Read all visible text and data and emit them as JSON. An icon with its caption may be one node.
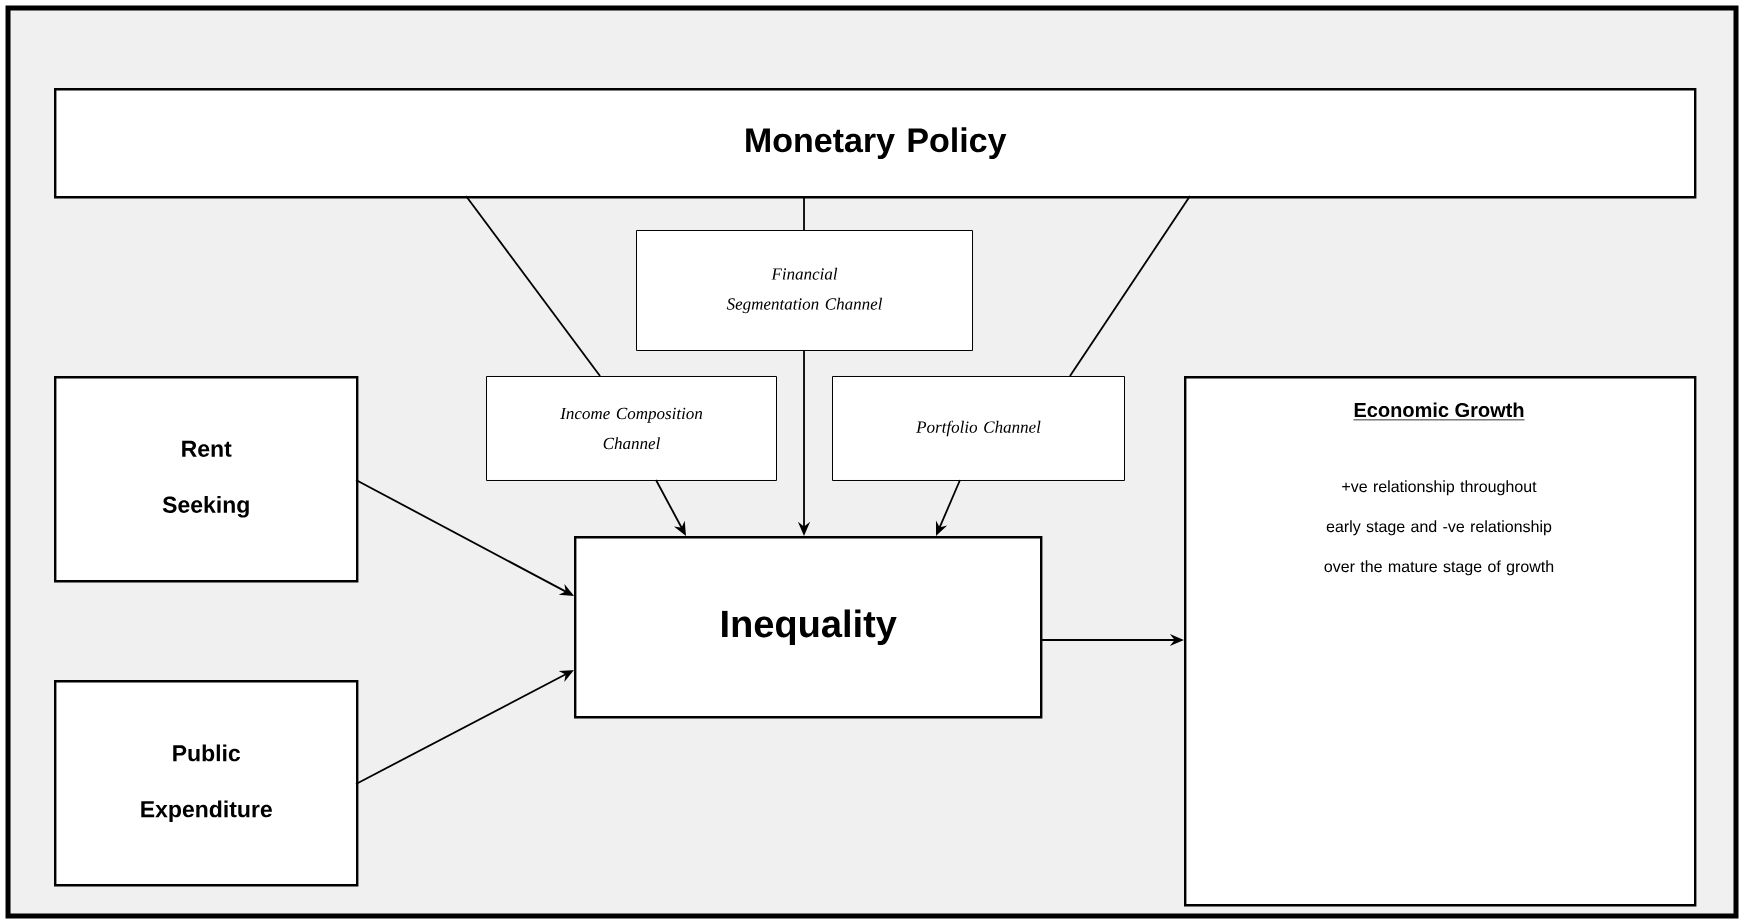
{
  "diagram": {
    "nodes": [
      {
        "text": [
          "Monetary Policy"
        ]
      },
      {
        "text": [
          "Financial Segmentation Channel"
        ]
      },
      {
        "text": [
          "Income Composition Channel"
        ]
      },
      {
        "text": [
          "Portfolio Channel"
        ]
      },
      {
        "text": [
          "Rent Seeking"
        ]
      },
      {
        "text": [
          "Public Expenditure"
        ]
      },
      {
        "text": [
          "Inequality"
        ]
      },
      {
        "text": [
          "Economic Growth",
          "+ve relationship throughout early stage and -ve relationship over the mature stage of growth"
        ]
      }
    ],
    "edges": [
      {
        "from": 0,
        "to": 2,
        "arrow": "none"
      },
      {
        "from": 2,
        "to": 6,
        "arrow": "to"
      },
      {
        "from": 0,
        "to": 1,
        "arrow": "none"
      },
      {
        "from": 1,
        "to": 6,
        "arrow": "to"
      },
      {
        "from": 0,
        "to": 3,
        "arrow": "none"
      },
      {
        "from": 3,
        "to": 6,
        "arrow": "to"
      },
      {
        "from": 4,
        "to": 6,
        "arrow": "to"
      },
      {
        "from": 5,
        "to": 6,
        "arrow": "to"
      },
      {
        "from": 6,
        "to": 7,
        "arrow": "to"
      }
    ]
  }
}
